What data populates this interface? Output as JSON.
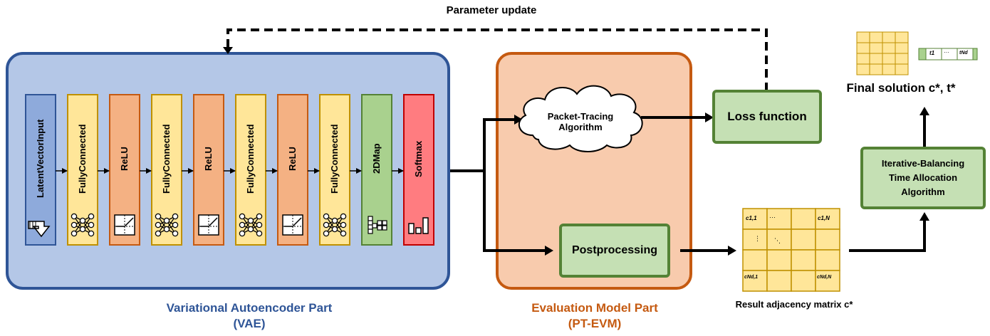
{
  "title_param_update": "Parameter update",
  "vae": {
    "caption_line1": "Variational Autoencoder Part",
    "caption_line2": "(VAE)",
    "layers": [
      {
        "label": "LatentVectorInput",
        "icon": "input-arrow-icon",
        "color": "#8eaadb"
      },
      {
        "label": "FullyConnected",
        "icon": "neural-network-icon",
        "color": "#ffe699"
      },
      {
        "label": "ReLU",
        "icon": "relu-graph-icon",
        "color": "#f4b183"
      },
      {
        "label": "FullyConnected",
        "icon": "neural-network-icon",
        "color": "#ffe699"
      },
      {
        "label": "ReLU",
        "icon": "relu-graph-icon",
        "color": "#f4b183"
      },
      {
        "label": "FullyConnected",
        "icon": "neural-network-icon",
        "color": "#ffe699"
      },
      {
        "label": "ReLU",
        "icon": "relu-graph-icon",
        "color": "#f4b183"
      },
      {
        "label": "FullyConnected",
        "icon": "neural-network-icon",
        "color": "#ffe699"
      },
      {
        "label": "2DMap",
        "icon": "grid-map-icon",
        "color": "#a9d18e"
      },
      {
        "label": "Softmax",
        "icon": "bar-chart-icon",
        "color": "#ff7c80"
      }
    ]
  },
  "evm": {
    "caption_line1": "Evaluation Model Part",
    "caption_line2": "(PT-EVM)",
    "packet_tracing_line1": "Packet-Tracing",
    "packet_tracing_line2": "Algorithm",
    "postprocessing": "Postprocessing"
  },
  "loss_function": "Loss function",
  "iterative_balancing": {
    "line1": "Iterative-Balancing",
    "line2": "Time Allocation",
    "line3": "Algorithm"
  },
  "result_matrix": {
    "caption": "Result adjacency matrix c*",
    "c11": "c1,1",
    "c1N": "c1,N",
    "cNd1": "cNd,1",
    "cNdN": "cNd,N",
    "hdots": "···",
    "vdots": "⋮",
    "ddots": "⋱"
  },
  "final_solution": {
    "caption": "Final solution c*, t*",
    "t1": "t1",
    "tNd": "tNd",
    "hdots": "···"
  },
  "colors": {
    "vae_fill": "#b4c7e7",
    "vae_border": "#2f5597",
    "evm_fill": "#f8cbad",
    "evm_border": "#c55a11",
    "green_fill": "#c5e0b4",
    "green_border": "#548235",
    "matrix_fill": "#ffe699",
    "matrix_border": "#bf9000"
  }
}
